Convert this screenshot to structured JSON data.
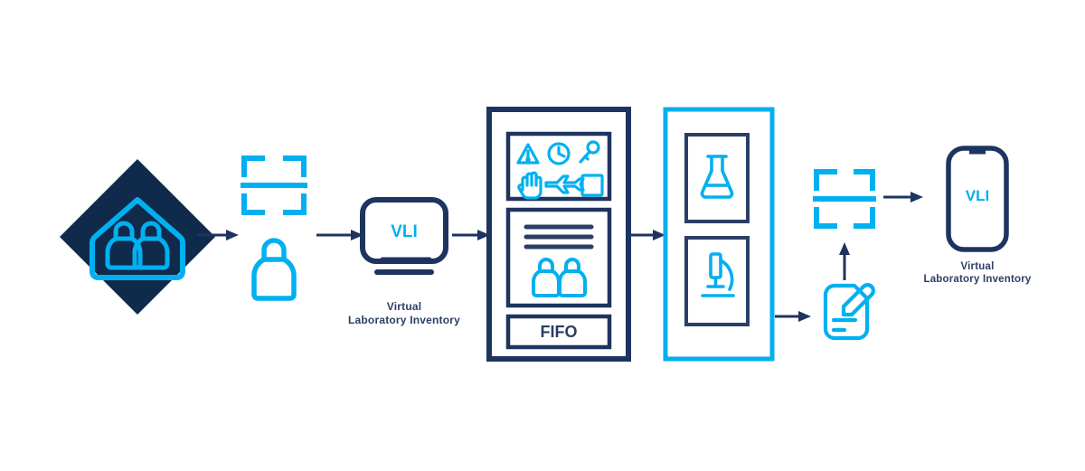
{
  "diagram": {
    "title": "Virtual Laboratory Inventory process flow",
    "colors": {
      "navy": "#1e3460",
      "navy_dark": "#102a4c",
      "navy_text": "#2b3e66",
      "cyan": "#00B0F0",
      "white": "#ffffff"
    },
    "nodes": [
      {
        "id": "storage-diamond",
        "name": "chemical-storage-diamond",
        "icon": "house-with-bottles-icon",
        "label": ""
      },
      {
        "id": "scan-bottle",
        "name": "scan-bottle-group",
        "icons": [
          "barcode-scanner-icon",
          "bottle-icon"
        ],
        "label": ""
      },
      {
        "id": "vli-desktop",
        "name": "vli-desktop-monitor",
        "icon": "desktop-monitor-icon",
        "screen_text": "VLI",
        "caption_line1": "Virtual",
        "caption_line2": "Laboratory Inventory"
      },
      {
        "id": "inventory-panel",
        "name": "inventory-record-panel",
        "hazard_icons": [
          "warning-triangle-icon",
          "clock-icon",
          "key-icon",
          "stop-hand-icon",
          "airplane-icon",
          "square-icon"
        ],
        "record_lines": 3,
        "record_icon": "two-bottles-icon",
        "fifo_label": "FIFO"
      },
      {
        "id": "lab-cabinet",
        "name": "lab-storage-cabinet",
        "shelves": [
          {
            "icon": "erlenmeyer-flask-icon"
          },
          {
            "icon": "microscope-icon"
          }
        ]
      },
      {
        "id": "scan-document",
        "name": "scan-and-document-group",
        "icons": [
          "barcode-scanner-icon",
          "document-pencil-icon"
        ]
      },
      {
        "id": "vli-phone",
        "name": "vli-mobile-phone",
        "icon": "smartphone-icon",
        "screen_text": "VLI",
        "caption_line1": "Virtual",
        "caption_line2": "Laboratory Inventory"
      }
    ],
    "arrows": [
      {
        "name": "arrow-storage-to-scan",
        "direction": "right"
      },
      {
        "name": "arrow-scan-to-vli",
        "direction": "right"
      },
      {
        "name": "arrow-vli-to-panel",
        "direction": "right"
      },
      {
        "name": "arrow-panel-to-cabinet",
        "direction": "right"
      },
      {
        "name": "arrow-cabinet-to-document",
        "direction": "right"
      },
      {
        "name": "arrow-document-to-scanner",
        "direction": "up"
      },
      {
        "name": "arrow-scanner-to-phone",
        "direction": "right"
      }
    ]
  }
}
